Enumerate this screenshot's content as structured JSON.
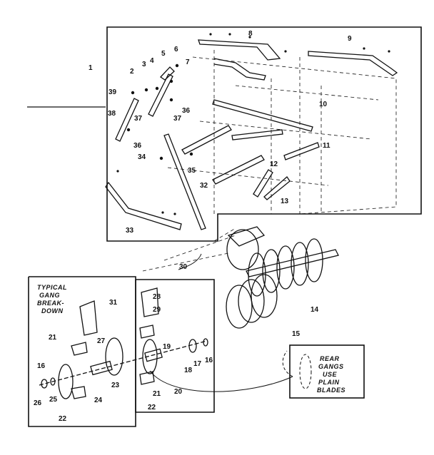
{
  "colors": {
    "ink": "#111111",
    "paper": "#ffffff"
  },
  "captions": {
    "gang_breakdown": [
      "TYPICAL",
      "GANG",
      "BREAK-",
      "DOWN"
    ],
    "rear_gangs": [
      "REAR",
      "GANGS",
      "USE",
      "PLAIN",
      "BLADES"
    ]
  },
  "callouts": {
    "c1": "1",
    "c2": "2",
    "c3": "3",
    "c4": "4",
    "c5": "5",
    "c6": "6",
    "c7": "7",
    "c8": "8",
    "c9": "9",
    "c10": "10",
    "c11": "11",
    "c12": "12",
    "c13": "13",
    "c14": "14",
    "c15": "15",
    "c16a": "16",
    "c16b": "16",
    "c17": "17",
    "c18": "18",
    "c19": "19",
    "c20": "20",
    "c21a": "21",
    "c21b": "21",
    "c22a": "22",
    "c22b": "22",
    "c23": "23",
    "c24": "24",
    "c25": "25",
    "c26": "26",
    "c27": "27",
    "c28": "28",
    "c29": "29",
    "c30": "30",
    "c31": "31",
    "c32": "32",
    "c33": "33",
    "c34": "34",
    "c35": "35",
    "c36a": "36",
    "c36b": "36",
    "c37a": "37",
    "c37b": "37",
    "c38": "38",
    "c39": "39"
  }
}
